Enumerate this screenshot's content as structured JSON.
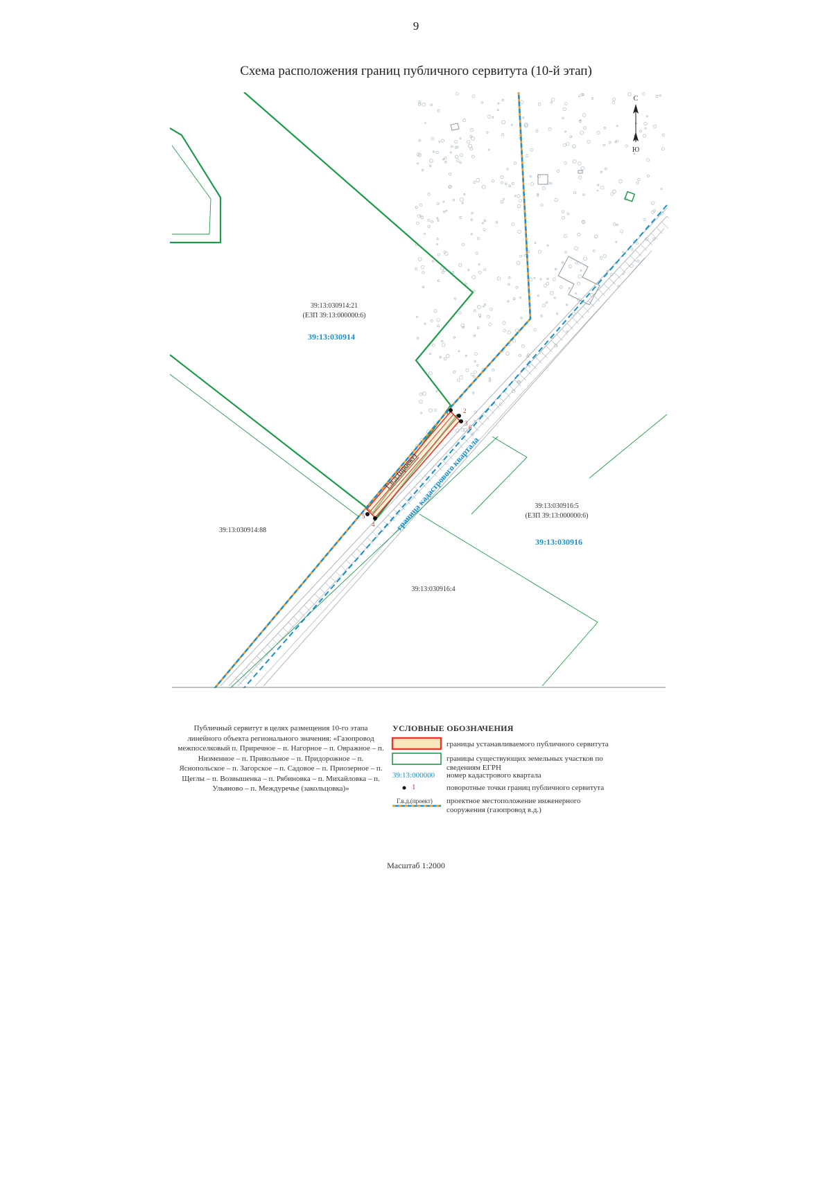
{
  "page": {
    "number": "9"
  },
  "title": "Схема расположения границ публичного сервитута (10-й этап)",
  "compass": {
    "north": "С",
    "south": "Ю"
  },
  "map_labels": {
    "parcel_914_21": "39:13:030914:21",
    "parcel_914_21_ezp": "(ЕЗП 39:13:000000:6)",
    "quarter_914": "39:13:030914",
    "parcel_914_88": "39:13:030914:88",
    "parcel_916_5": "39:13:030916:5",
    "parcel_916_5_ezp": "(ЕЗП 39:13:000000:6)",
    "quarter_916": "39:13:030916",
    "parcel_916_4": "39:13:030916:4",
    "pipeline_label": "Г.в.д.(проект)",
    "quarter_boundary_label": "граница кадастрового квартала",
    "point_labels": [
      "1",
      "2",
      "3",
      "4",
      "5",
      "6"
    ]
  },
  "description": "Публичный сервитут в целях размещения 10-го этапа линейного объекта регионального значения: «Газопровод межпоселковый п. Приречное – п. Нагорное – п. Овражное – п. Низменное – п. Привольное – п. Придорожное – п. Яснопольское – п. Загорское – п. Садовое – п. Приозерное – п. Щеглы – п. Возвышенка – п. Рябиновка – п. Михайловка – п. Ульяново – п. Междуречье (закольцовка)»",
  "legend": {
    "heading": "УСЛОВНЫЕ ОБОЗНАЧЕНИЯ",
    "items": [
      {
        "text": "границы устанавливаемого публичного сервитута"
      },
      {
        "text": "границы существующих земельных участков по сведениям ЕГРН"
      },
      {
        "code": "39:13:000000",
        "text": "номер кадастрового квартала"
      },
      {
        "symbol_label": "1",
        "text": "поворотные точки границ публичного сервитута"
      },
      {
        "symbol_label": "Г.в.д.(проект)",
        "text": "проектное местоположение инженерного сооружения (газопровод в.д.)"
      }
    ]
  },
  "scale": "Масштаб 1:2000",
  "colors": {
    "parcel_border": "#1f9a4a",
    "easement_border": "#e03a2f",
    "easement_fill": "#f7e7bc",
    "pipeline_blue": "#1a8fc8",
    "pipeline_orange": "#f39c2e",
    "quarter_code": "#1a8fc8",
    "road": "#9aa6ad"
  }
}
